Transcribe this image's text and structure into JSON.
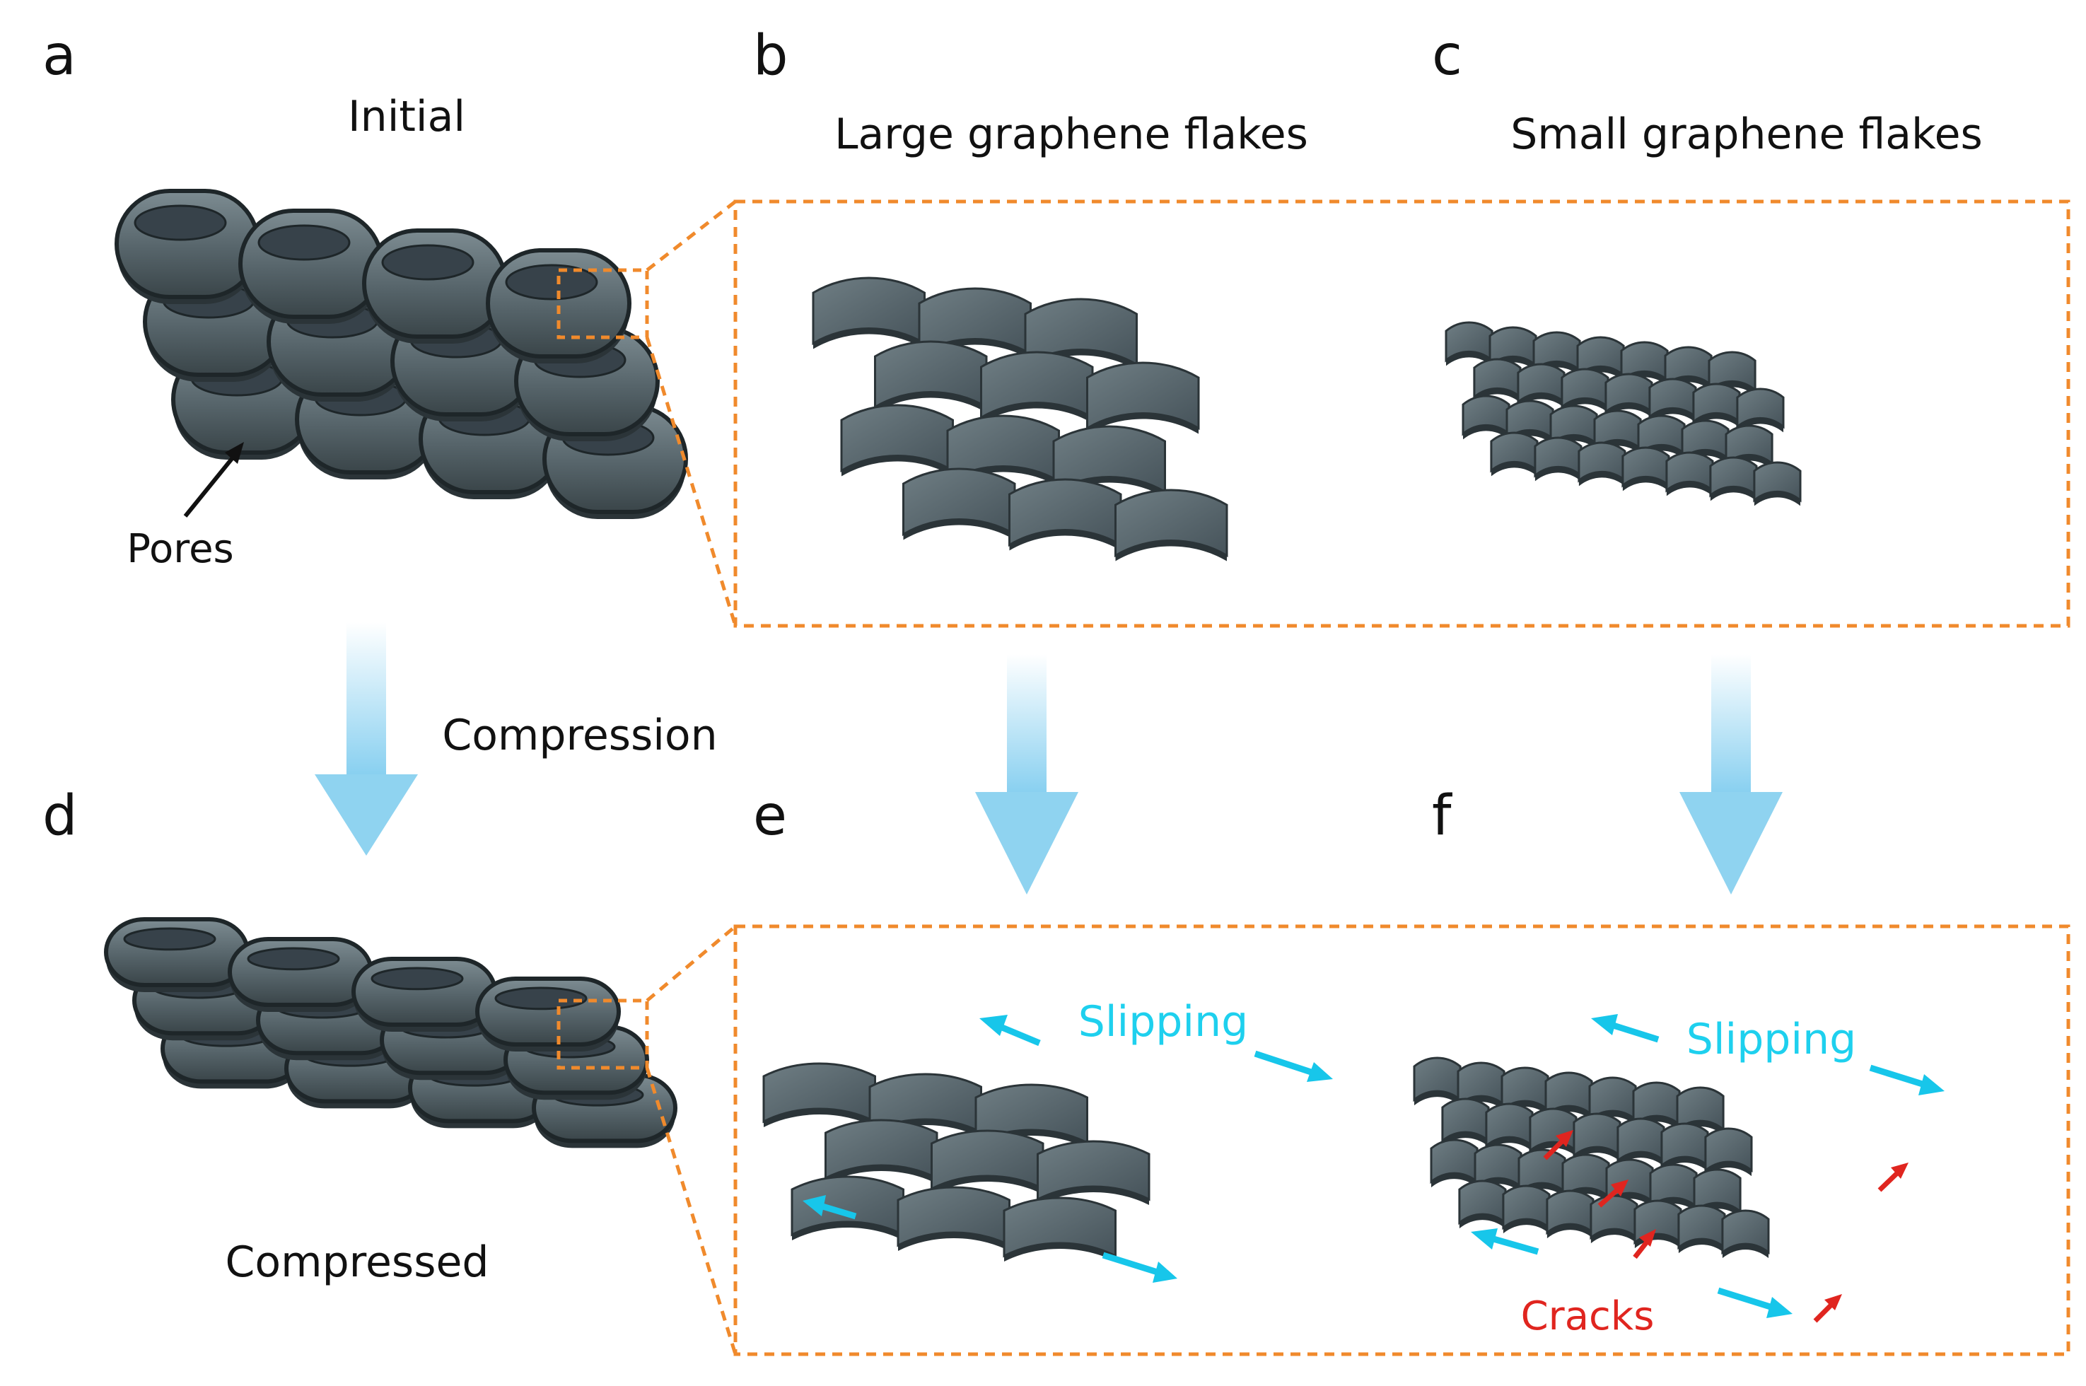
{
  "panels": {
    "a": {
      "letter": "a",
      "title": "Initial",
      "annotation": "Pores"
    },
    "b": {
      "letter": "b",
      "title": "Large graphene flakes"
    },
    "c": {
      "letter": "c",
      "title": "Small graphene flakes"
    },
    "d": {
      "letter": "d",
      "caption": "Compressed"
    },
    "e": {
      "letter": "e",
      "annotation": "Slipping"
    },
    "f": {
      "letter": "f",
      "annotation_slip": "Slipping",
      "annotation_crack": "Cracks"
    }
  },
  "process_label": "Compression",
  "colors": {
    "flake": "#4f5d63",
    "flake_dark": "#2b3438",
    "flake_light": "#738187",
    "arrow_process": "#8fd3f0",
    "slip_arrow": "#17c6ea",
    "crack_arrow": "#e0251f",
    "zoom_box": "#f08a2c"
  }
}
